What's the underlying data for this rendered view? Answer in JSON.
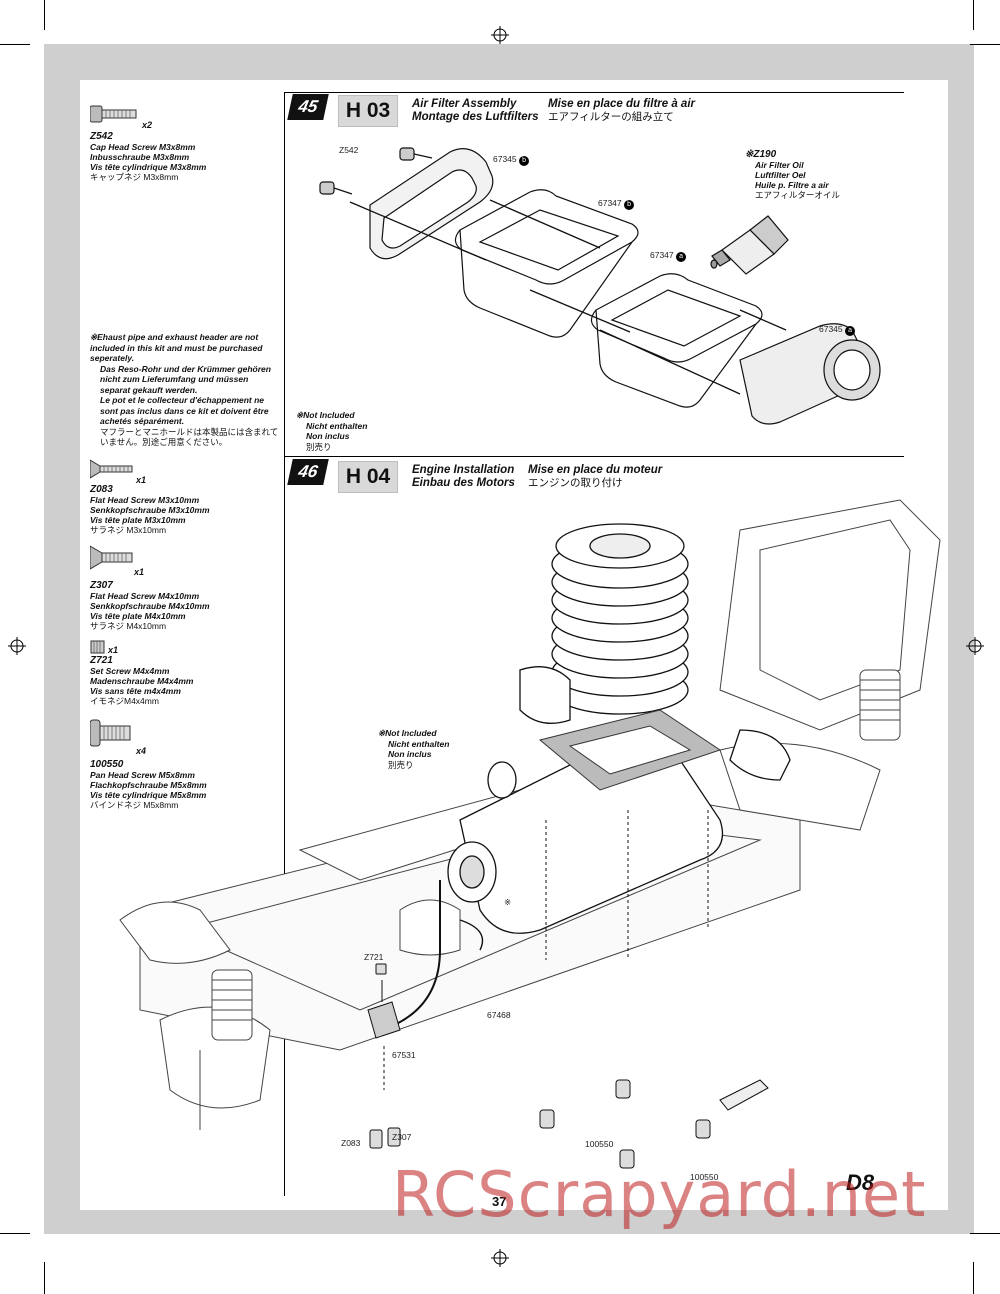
{
  "parts_sidebar": [
    {
      "qty": "x2",
      "code": "Z542",
      "en": "Cap Head Screw M3x8mm",
      "de": "Inbusschraube M3x8mm",
      "fr": "Vis tête cylindrique M3x8mm",
      "jp": "キャップネジ M3x8mm"
    },
    {
      "qty": "x1",
      "code": "Z083",
      "en": "Flat Head Screw M3x10mm",
      "de": "Senkkopfschraube M3x10mm",
      "fr": "Vis tête plate M3x10mm",
      "jp": "サラネジ M3x10mm"
    },
    {
      "qty": "x1",
      "code": "Z307",
      "en": "Flat Head Screw M4x10mm",
      "de": "Senkkopfschraube M4x10mm",
      "fr": "Vis tête plate M4x10mm",
      "jp": "サラネジ M4x10mm"
    },
    {
      "qty": "x1",
      "code": "Z721",
      "en": "Set Screw M4x4mm",
      "de": "Madenschraube M4x4mm",
      "fr": "Vis sans tête m4x4mm",
      "jp": "イモネジM4x4mm"
    },
    {
      "qty": "x4",
      "code": "100550",
      "en": "Pan Head Screw M5x8mm",
      "de": "Flachkopfschraube M5x8mm",
      "fr": "Vis tête cylindrique M5x8mm",
      "jp": "バインドネジ M5x8mm"
    }
  ],
  "exhaust_note": {
    "en": "※Ehaust pipe and exhaust header are not included in this kit and must be purchased seperately.",
    "de": "Das Reso-Rohr und der Krümmer gehören nicht zum Lieferumfang und müssen separat gekauft werden.",
    "fr": "Le pot et le collecteur d'échappement ne sont pas inclus dans ce kit et doivent être achetés séparément.",
    "jp": "マフラーとマニホールドは本製品には含まれていません。別途ご用意ください。"
  },
  "step45": {
    "num": "45",
    "code": "H 03",
    "title_en": "Air Filter Assembly",
    "title_fr": "Mise en place du filtre à air",
    "title_de": "Montage des Luftfilters",
    "title_jp": "エアフィルターの組み立て",
    "callouts": {
      "z542": "Z542",
      "p1": "67345",
      "p1b": "b",
      "p2": "67347",
      "p2b": "b",
      "p3": "67347",
      "p3a": "a",
      "p4": "67345",
      "p4a": "a"
    },
    "oil": {
      "code": "※Z190",
      "en": "Air Filter Oil",
      "de": "Luftfilter Oel",
      "fr": "Huile p. Filtre a air",
      "jp": "エアフィルターオイル"
    },
    "not_included": {
      "en": "※Not Included",
      "de": "Nicht enthalten",
      "fr": "Non inclus",
      "jp": "別売り"
    }
  },
  "step46": {
    "num": "46",
    "code": "H 04",
    "title_en": "Engine Installation",
    "title_fr": "Mise en place du moteur",
    "title_de": "Einbau des Motors",
    "title_jp": "エンジンの取り付け",
    "not_included": {
      "en": "※Not Included",
      "de": "Nicht enthalten",
      "fr": "Non inclus",
      "jp": "別売り"
    },
    "callouts": {
      "z721": "Z721",
      "p67468": "67468",
      "p67531": "67531",
      "z083": "Z083",
      "z307": "Z307",
      "s1": "100550",
      "s2": "100550",
      "mark": "※"
    }
  },
  "page_number": "37",
  "logo": "D8",
  "watermark": "RCScrapyard.net"
}
